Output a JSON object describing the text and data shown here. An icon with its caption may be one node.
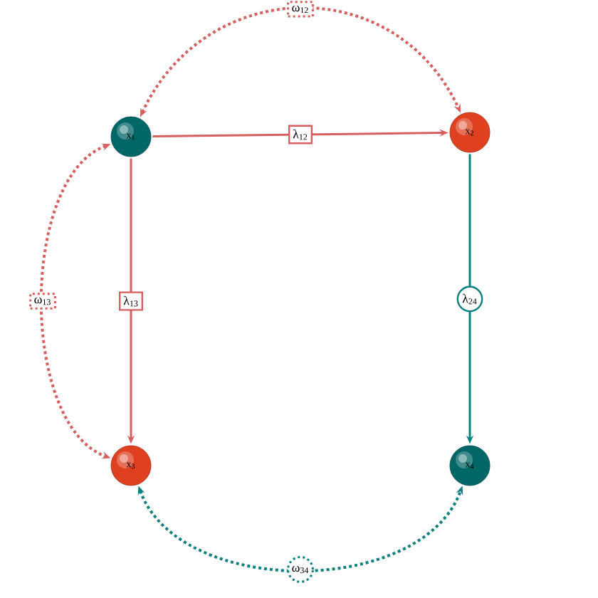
{
  "diagram": {
    "nodes": [
      {
        "text": [
          "x$_{1}$"
        ]
      },
      {
        "text": [
          "x$_{2}$"
        ]
      },
      {
        "text": [
          "x$_{3}$"
        ]
      },
      {
        "text": [
          "x$_{4}$"
        ]
      }
    ],
    "edges": [
      {
        "from": 0,
        "to": 1,
        "arrow": "to",
        "label": "λ$_{12}$"
      },
      {
        "from": 0,
        "to": 2,
        "arrow": "to",
        "label": "λ$_{13}$"
      },
      {
        "from": 1,
        "to": 3,
        "arrow": "to",
        "label": "λ$_{24}$",
        "color": "#0e8080"
      },
      {
        "from": 0,
        "to": 1,
        "arrow": "both",
        "label": "ω$_{12}$",
        "style": "dashed"
      },
      {
        "from": 0,
        "to": 2,
        "arrow": "both",
        "label": "ω$_{13}$",
        "style": "dashed"
      },
      {
        "from": 2,
        "to": 3,
        "arrow": "both",
        "label": "ω$_{34}$",
        "style": "dashed",
        "color": "#0e8080"
      }
    ]
  }
}
